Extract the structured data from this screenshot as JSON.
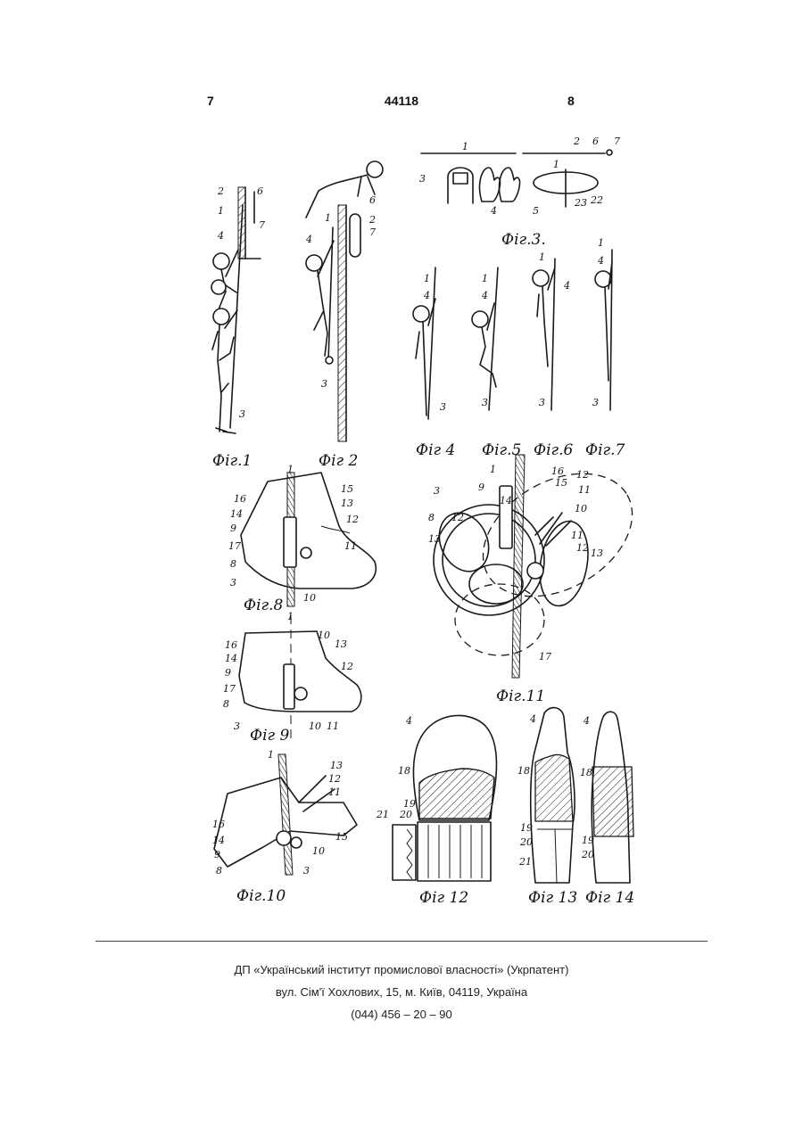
{
  "header": {
    "page_left": "7",
    "patent_number": "44118",
    "page_right": "8"
  },
  "figures": {
    "fig1": "Фіг.1",
    "fig2": "Фіг 2",
    "fig3": "Фіг.3.",
    "fig4": "Фіг 4",
    "fig5": "Фіг.5",
    "fig6": "Фіг.6",
    "fig7": "Фіг.7",
    "fig8": "Фіг.8",
    "fig9": "Фіг 9",
    "fig10": "Фіг.10",
    "fig11": "Фіг.11",
    "fig12": "Фіг 12",
    "fig13": "Фіг 13",
    "fig14": "Фіг 14"
  },
  "reference_numerals": {
    "n1": "1",
    "n2": "2",
    "n3": "3",
    "n4": "4",
    "n5": "5",
    "n6": "6",
    "n7": "7",
    "n8": "8",
    "n9": "9",
    "n10": "10",
    "n11": "11",
    "n12": "12",
    "n13": "13",
    "n14": "14",
    "n15": "15",
    "n16": "16",
    "n17": "17",
    "n18": "18",
    "n19": "19",
    "n20": "20",
    "n21": "21",
    "n22": "22",
    "n23": "23"
  },
  "footer": {
    "line1": "ДП «Український інститут промислової власності» (Укрпатент)",
    "line2": "вул. Сім'ї Хохлових, 15, м. Київ, 04119, Україна",
    "line3": "(044) 456 – 20 – 90"
  }
}
